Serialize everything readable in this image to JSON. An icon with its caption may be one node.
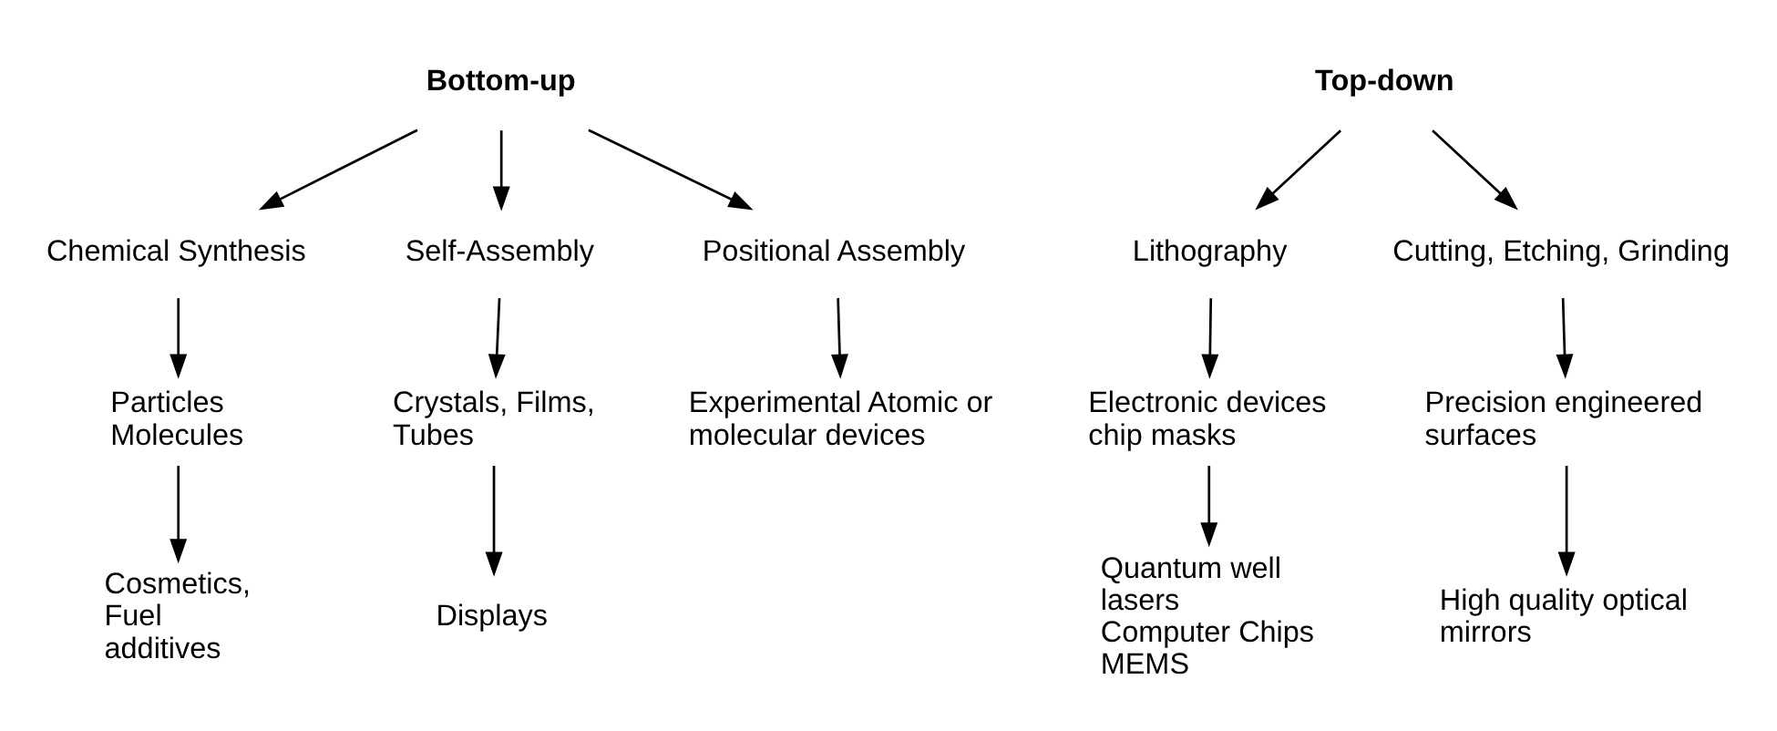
{
  "diagram": {
    "nodes": [
      {
        "text": [
          "Bottom-up"
        ]
      },
      {
        "text": [
          "Chemical Synthesis"
        ]
      },
      {
        "text": [
          "Self-Assembly"
        ]
      },
      {
        "text": [
          "Positional Assembly"
        ]
      },
      {
        "text": [
          "Particles Molecules"
        ]
      },
      {
        "text": [
          "Crystals, Films, Tubes"
        ]
      },
      {
        "text": [
          "Experimental Atomic or molecular devices"
        ]
      },
      {
        "text": [
          "Cosmetics, Fuel additives"
        ]
      },
      {
        "text": [
          "Displays"
        ]
      },
      {
        "text": [
          "Top-down"
        ]
      },
      {
        "text": [
          "Lithography"
        ]
      },
      {
        "text": [
          "Cutting, Etching, Grinding"
        ]
      },
      {
        "text": [
          "Electronic devices chip masks"
        ]
      },
      {
        "text": [
          "Precision engineered surfaces"
        ]
      },
      {
        "text": [
          "Quantum well lasers Computer Chips MEMS"
        ]
      },
      {
        "text": [
          "High quality optical mirrors"
        ]
      }
    ],
    "edges": [
      {
        "from": 0,
        "to": 1,
        "arrow": "to"
      },
      {
        "from": 0,
        "to": 2,
        "arrow": "to"
      },
      {
        "from": 0,
        "to": 3,
        "arrow": "to"
      },
      {
        "from": 1,
        "to": 4,
        "arrow": "to"
      },
      {
        "from": 2,
        "to": 5,
        "arrow": "to"
      },
      {
        "from": 3,
        "to": 6,
        "arrow": "to"
      },
      {
        "from": 4,
        "to": 7,
        "arrow": "to"
      },
      {
        "from": 5,
        "to": 8,
        "arrow": "to"
      },
      {
        "from": 9,
        "to": 10,
        "arrow": "to"
      },
      {
        "from": 9,
        "to": 11,
        "arrow": "to"
      },
      {
        "from": 10,
        "to": 12,
        "arrow": "to"
      },
      {
        "from": 11,
        "to": 13,
        "arrow": "to"
      },
      {
        "from": 12,
        "to": 14,
        "arrow": "to"
      },
      {
        "from": 13,
        "to": 15,
        "arrow": "to"
      }
    ]
  }
}
